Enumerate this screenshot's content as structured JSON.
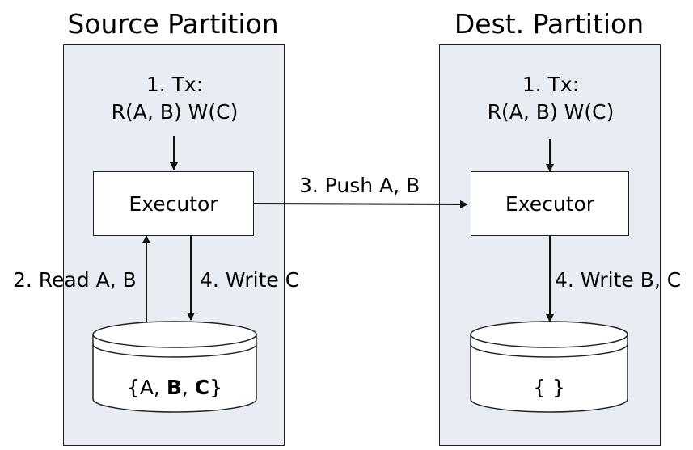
{
  "source": {
    "title": "Source Partition",
    "tx_line1": "1. Tx:",
    "tx_line2": "R(A, B)  W(C)",
    "executor": "Executor",
    "read_label": "2. Read A, B",
    "write_label": "4. Write C",
    "db": {
      "open": "{A, ",
      "b": "B",
      "sep": ", ",
      "c": "C",
      "close": "}"
    }
  },
  "dest": {
    "title": "Dest. Partition",
    "tx_line1": "1. Tx:",
    "tx_line2": "R(A, B)  W(C)",
    "executor": "Executor",
    "write_label": "4. Write B, C",
    "db": "{ }"
  },
  "push_label": "3. Push A, B"
}
